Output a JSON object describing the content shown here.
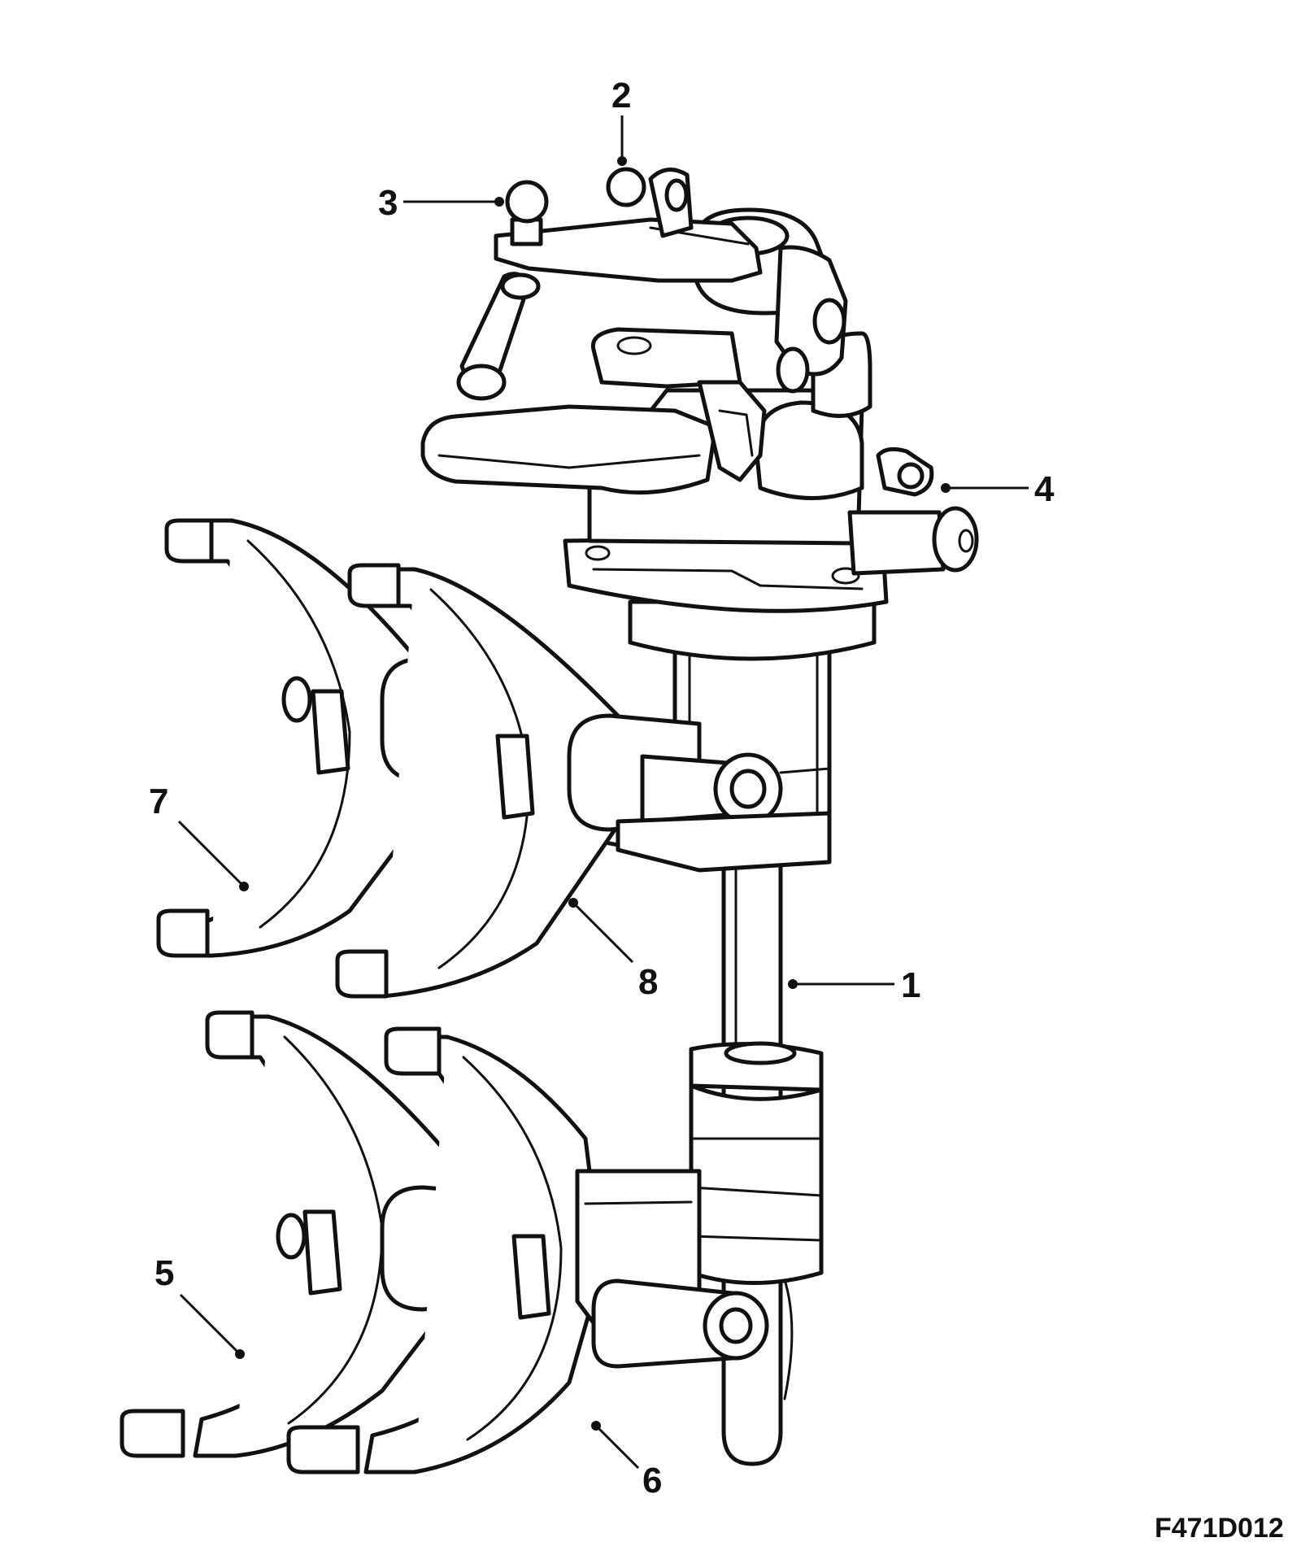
{
  "figure": {
    "code": "F471D012",
    "callouts": [
      {
        "id": "1",
        "label": "1"
      },
      {
        "id": "2",
        "label": "2"
      },
      {
        "id": "3",
        "label": "3"
      },
      {
        "id": "4",
        "label": "4"
      },
      {
        "id": "5",
        "label": "5"
      },
      {
        "id": "6",
        "label": "6"
      },
      {
        "id": "7",
        "label": "7"
      },
      {
        "id": "8",
        "label": "8"
      }
    ]
  }
}
